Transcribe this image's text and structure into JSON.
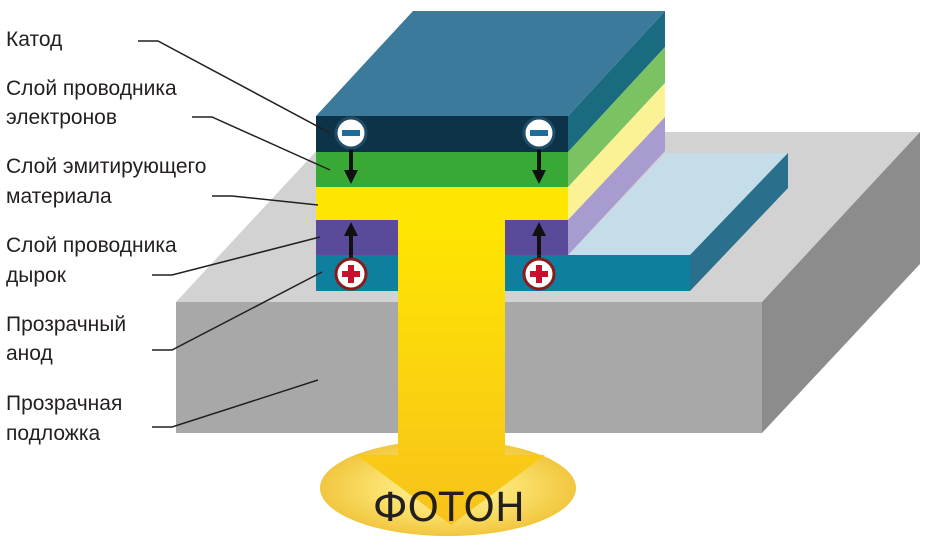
{
  "labels": {
    "cathode": "Катод",
    "etl_1": "Слой проводника",
    "etl_2": "электронов",
    "eml_1": "Слой эмитирующего",
    "eml_2": "материала",
    "htl_1": "Слой проводника",
    "htl_2": "дырок",
    "anode_1": "Прозрачный",
    "anode_2": "анод",
    "substrate_1": "Прозрачная",
    "substrate_2": "подложка"
  },
  "photon": "ФОТОН",
  "charges": {
    "electron": "−",
    "hole": "+"
  },
  "colors": {
    "cathode": "#3b7a9a",
    "electron_layer": "#39a935",
    "emissive_layer": "#ffe600",
    "hole_layer": "#5b4a9a",
    "anode": "#0f7f9f",
    "substrate": "#a7a7a7",
    "photon_glow": "#f6d24a"
  },
  "icons": {
    "electron": "minus-circle-icon",
    "hole": "plus-circle-icon",
    "arrow": "arrow-icon"
  }
}
